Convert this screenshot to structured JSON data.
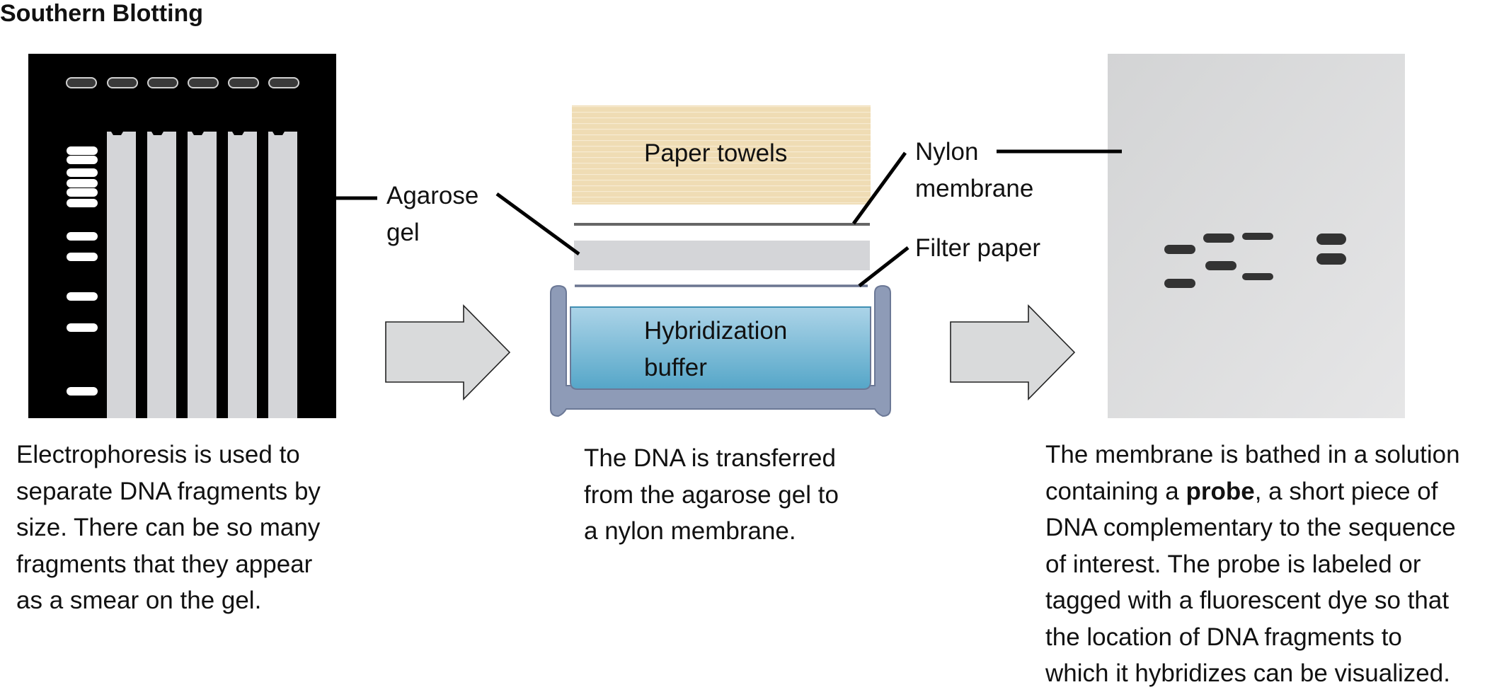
{
  "title": "Southern Blotting",
  "labels": {
    "agarose_gel": [
      "Agarose",
      "gel"
    ],
    "paper_towels": "Paper towels",
    "nylon_membrane": [
      "Nylon",
      "membrane"
    ],
    "filter_paper": "Filter paper",
    "hybridization_buffer": [
      "Hybridization",
      "buffer"
    ]
  },
  "descriptions": {
    "step1": [
      "Electrophoresis is used to",
      "separate DNA fragments by",
      "size. There can be so many",
      "fragments that they appear",
      "as a smear on the gel."
    ],
    "step2": [
      "The DNA is transferred",
      "from the agarose gel to",
      "a nylon membrane."
    ],
    "step3": {
      "line1": "The membrane is bathed in a solution",
      "line2_pre": "containing a ",
      "line2_bold": "probe",
      "line2_post": ", a short piece of",
      "rest": [
        "DNA complementary to the sequence",
        "of interest. The probe is labeled or",
        "tagged with a fluorescent dye so that",
        "the location of DNA fragments to",
        "which it hybridizes can be visualized."
      ]
    }
  },
  "colors": {
    "gel_background": "#000000",
    "gel_lane": "#d4d5d8",
    "paper_towels": "#eedcb6",
    "buffer_top": "#a9d2e6",
    "buffer_bottom": "#56a7c9",
    "tray": "#8d9ab5",
    "membrane": "#dcdcdd",
    "band": "#333333",
    "arrow": "#d9dadb"
  }
}
